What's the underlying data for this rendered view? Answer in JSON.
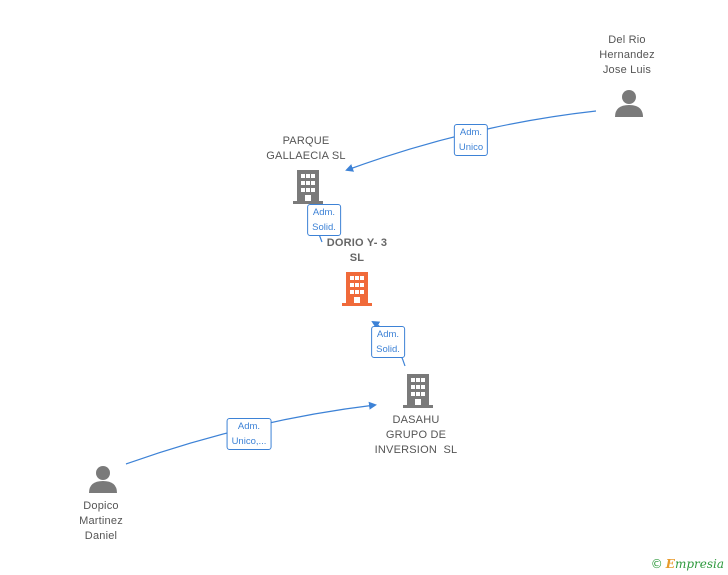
{
  "colors": {
    "accent": "#3d82d6",
    "node": "#7a7a7a",
    "focus": "#f06a3a",
    "brand": "#2f9a3e"
  },
  "nodes": {
    "del_rio": {
      "lines": [
        "Del Rio",
        "Hernandez",
        "Jose Luis"
      ],
      "icon": "person-icon"
    },
    "parque": {
      "lines": [
        "PARQUE",
        "GALLAECIA SL"
      ],
      "icon": "building-icon"
    },
    "dorio": {
      "lines": [
        "DORIO Y- 3",
        "SL"
      ],
      "icon": "building-icon"
    },
    "dasahu": {
      "lines": [
        "DASAHU",
        "GRUPO DE",
        "INVERSION  SL"
      ],
      "icon": "building-icon"
    },
    "dopico": {
      "lines": [
        "Dopico",
        "Martinez",
        "Daniel"
      ],
      "icon": "person-icon"
    }
  },
  "edges": [
    {
      "from": "del_rio",
      "to": "parque",
      "label": [
        "Adm.",
        "Unico"
      ]
    },
    {
      "from": "parque",
      "to": "dorio",
      "label": [
        "Adm.",
        "Solid."
      ]
    },
    {
      "from": "dasahu",
      "to": "dorio",
      "label": [
        "Adm.",
        "Solid."
      ]
    },
    {
      "from": "dopico",
      "to": "dasahu",
      "label": [
        "Adm.",
        "Unico,..."
      ]
    }
  ],
  "brand": {
    "copyright": "©",
    "first_letter": "E",
    "rest": "mpresia"
  }
}
